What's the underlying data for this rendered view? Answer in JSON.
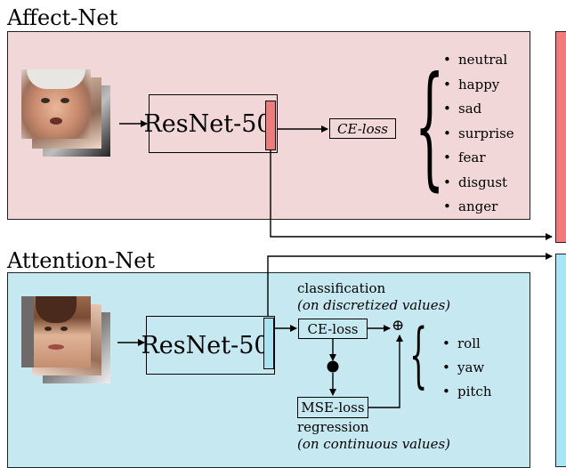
{
  "affect_net": {
    "title": "Affect-Net",
    "backbone": "ResNet-50",
    "loss": "CE-loss",
    "classes": [
      "neutral",
      "happy",
      "sad",
      "surprise",
      "fear",
      "disgust",
      "anger"
    ]
  },
  "attention_net": {
    "title": "Attention-Net",
    "backbone": "ResNet-50",
    "classification_label": "classification",
    "classification_note": "(on discretized values)",
    "ce_loss": "CE-loss",
    "mse_loss": "MSE-loss",
    "regression_label": "regression",
    "regression_note": "(on continuous values)",
    "combine_symbol": "⊕",
    "outputs": [
      "roll",
      "yaw",
      "pitch"
    ]
  },
  "colors": {
    "affect_panel": "#f2d7d8",
    "attention_panel": "#c6e9f1",
    "affect_feature": "#f07b7b",
    "attention_feature": "#a6e3f3",
    "right_red": "#f47a7a",
    "right_blue": "#a7e6f6"
  }
}
